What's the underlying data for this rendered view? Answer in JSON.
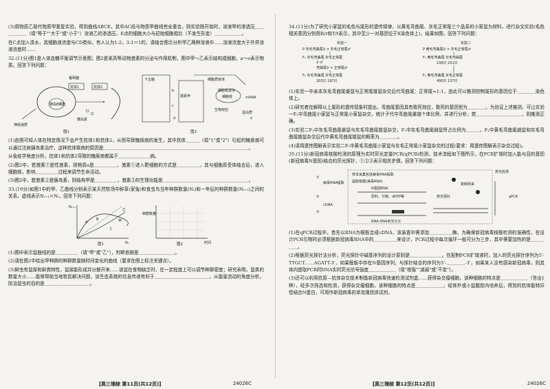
{
  "left": {
    "paras": [
      "(3)用物质乙替代物质甲重复实验，得到曲线ABCE，其中AC段与物质甲曲线完全重合，则实验刚开始时，溶液甲的渗透压＿＿＿＿＿＿（填\"等于\"\"大于\"或\"小于\"）溶液乙的渗透压，E点的细胞大小与初始细胞相比（不发生形变）＿＿＿＿＿＿。",
      "在C点加入清水，其细胞液浓度与CD类似，有人认为1-2，3-1＝1的，请结合图示分析甲乙两种溶液中……溶液浓度大于外界溶液浓度时……",
      "32.(11分)图1是人体血糖平衡调节示意图；图2是某高等动物激素的分泌与作用机制，图中甲～乙表示结构或细胞，a～e表示物质。回答下列问题："
    ],
    "fig1_caption": "图1",
    "fig2_caption": "图2",
    "fig_labels": [
      "葡萄糖",
      "抗体1",
      "抗体2",
      "胰岛B细胞",
      "神经递质",
      "胰岛素",
      "下丘脑",
      "激素甲",
      "细胞质受体",
      "细胞核受体",
      "细胞核",
      "生物效应",
      "mRNA",
      "蛋白质",
      "b",
      "c",
      "d",
      "e"
    ],
    "paras2": [
      "(1)由图可知人体在特定情况下会产生抗体1和抗体2，从而导致糖尿病的发生，其中抗体＿＿＿（填\"1\"或\"2\"）引起的糖尿病可以通过注射胰岛素治疗，这种抗体致病的原因是＿＿＿＿＿＿＿＿＿＿＿＿＿＿＿＿＿＿＿＿＿＿＿＿＿＿＿＿＿＿＿＿。",
      "从免疫学角度分析，抗体1和抗体2导致的糖尿病都属于＿＿＿＿＿＿＿病。",
      "(2)图2中，若激素①是性激素，则物质a是＿＿＿＿＿，激素①进入靶细胞的方式是＿＿＿＿＿，其与细胞质受体结合后，进入细胞核，影响＿＿＿＿＿过程来调节生命活动。",
      "(3)图2中，若激素②是胰岛素，则结构甲是＿＿＿＿＿，激素②的生理功能是＿＿＿＿＿＿＿＿＿＿＿＿＿＿＿＿＿＿＿。",
      "33.(10分)如图1中的甲、乙曲线分别表示某天然牧场中鲜草(家兔)和食虫鸟当年种群数量(Nₜ)和一年后的种群数量(Nₜ₊₁)之间的关系，虚线表示Nₜ₊₁＝Nₜ，回答下列问题："
    ],
    "graph1": {
      "ylabel": "Nₜ₊₁",
      "xlabel": "Nₜ",
      "caption": "图1",
      "marks": [
        "甲",
        "乙",
        "A",
        "B",
        "C"
      ]
    },
    "graph2": {
      "ylabel": "种群数量",
      "xlabel": "时间",
      "caption": "图2"
    },
    "paras3": [
      "(1)图中表示鼠曲线的是＿＿＿＿＿（填\"甲\"或\"乙\"），判断依据是＿＿＿＿＿＿＿＿。",
      "(2)请在图2中绘出甲种群的种群数量随时间变化的曲线（要求在图上标注关键点）。",
      "(3)鲜虫有鼠尿和鲜粪特性，鼠尿能形成并分散开来……该鼠在食物缺乏时，在一定程度上可以调节种群密度；研究表明，鼠类的数量大小……能够帮助当地牧民解决问题，该生态系统的信息传递有利于＿＿＿＿＿＿＿＿＿＿＿＿，从能量流动的角度分析，防治鼠虫的目的是＿＿＿＿＿＿＿＿＿＿。"
    ],
    "footer": {
      "label": "【高三理综  第11页(共12页)】",
      "code": "24026C"
    }
  },
  "right": {
    "paras": [
      "34.(11分)为了研究小家鼠的毛色与尾形的遗传规律，以黄毛弯曲尾、灰毛正常尾三个品系的小家鼠为材料，进行杂交实验(毛色相关基因分别用R/r和T/t表示，其中至少一对基因位于X染色体上)，结果如图，回答下列问题："
    ],
    "cross": {
      "exp1": "实验一",
      "exp2": "实验二",
      "p1": "P  灰毛弯曲尾♀ × 灰毛正常尾♂",
      "f1a": "F₁  灰毛弯曲尾  灰毛正常尾",
      "f1b": "♀       ♂",
      "sel": "弯曲尾♀ × 正常尾♂",
      "f2a": "F₂  灰毛弯曲尾  灰毛正常尾",
      "f2n": "203只       197只",
      "p2": "P  黄毛弯曲尾♀ × 灰毛正常尾♂",
      "f1c": "F₁  黄毛弯曲尾  灰毛弯曲尾",
      "f1n": "238只       251只",
      "f2b": "F₂  黄毛弯曲尾  灰毛正常尾",
      "f2m": "490只       157只"
    },
    "paras2": [
      "(1)实验一中亲本灰毛弯曲尾雌鼠与正常尾雄鼠杂交后代弯曲尾：正常尾≈1:1，由此可以推测控制尾形的基因位于＿＿＿＿染色体上。",
      "(2)研究者在解释以上尾形的遗传现象时提出，弯曲尾基因具有致死效应，致死的基因型为＿＿＿＿。为验证上述推测，可让实验一F₁中弯曲尾小家鼠与正常尾小家鼠杂交，统计子代中弯曲尾雌雄个体比例，并进行分析，若＿＿＿＿＿＿＿＿＿＿，则推测正确。",
      "(3)实验二F₁中灰毛弯曲尾雌鼠与灰毛弯曲尾雄鼠杂交，F₂中灰毛弯曲尾雌鼠所占比例为＿＿＿，F₂中黄毛弯曲尾雌鼠和灰毛弯曲尾雄鼠杂交后代中黄毛弯曲尾雄鼠的概率为＿＿＿＿。",
      "(4)请用遗传图解表示实验二F₁中黄毛弯曲尾小家鼠与灰毛正常尾小家鼠杂交的过程(要求：用遗传图解表示杂交过程)。",
      "35.(11分)新冠病毒核酸检测的原理为实时荧光定量PCR(qPCR)检测，技术流程如下图所示，在PCR扩增时加入能与目的基因(新冠病毒N基因)结合的荧光探针，①②③表示相关步骤。回答下列问题："
    ],
    "flow": {
      "a": "样本采集包括病毒RNA提取",
      "b": "病毒RNA提取",
      "c": "N基因RNA",
      "d": "提取核酸(病毒RNA)",
      "e": "原料、引物、dNTP等",
      "f": "RNA-DNA杂交分子",
      "g": "cDNA",
      "h": "荧光检测",
      "i": "复制而来",
      "j": "qPCR",
      "k": "荧光探针",
      "s1": "①",
      "s2": "②",
      "s3": "③"
    },
    "paras3": [
      "(1)在qPCR过程中，首先以RNA为模板合成cDNA，该装置中需添加＿＿＿＿＿酶。为确保新冠病毒核酸检测的准确性，在设计PCR引物时必须根据新冠病毒RNA中的＿＿＿＿＿来设计，PCR过程中每次循环一般可分为三步，其中需要加热的是＿＿＿＿＿。",
      "(2)根据荧光探针法分析，荧光探针中碱基序列的设计原则是＿＿＿＿＿＿＿。在配制PCR扩增液时，加入的荧光探针序列为5'-TTGCT……AGATT-3'，如果模板中存在N基因序列，与探针结合的序列为5'-＿＿＿＿-3'，如果某人没有感染新冠病毒，则其体内提取PCR时DNA实时荧光信号强度＿＿＿＿＿＿（填\"增强\"\"减弱\"或\"不变\"）。",
      "(3)还可以利用抗原—抗体杂交技术制备新冠病毒快速检测试剂盒……获得杂交瘤细胞，该种细胞的特点是＿＿＿＿＿＿（答出1种），经多次筛选和检测，获得杂交瘤细胞，该种细胞的特点是＿＿＿＿＿＿，经体外或小鼠腹腔内培养后，得到的抗体能特异性结合N蛋白，可用作新冠病毒的单克隆抗体试剂。"
    ],
    "footer": {
      "label": "【高三理综  第12页(共12页)】",
      "code": "24026C"
    }
  }
}
